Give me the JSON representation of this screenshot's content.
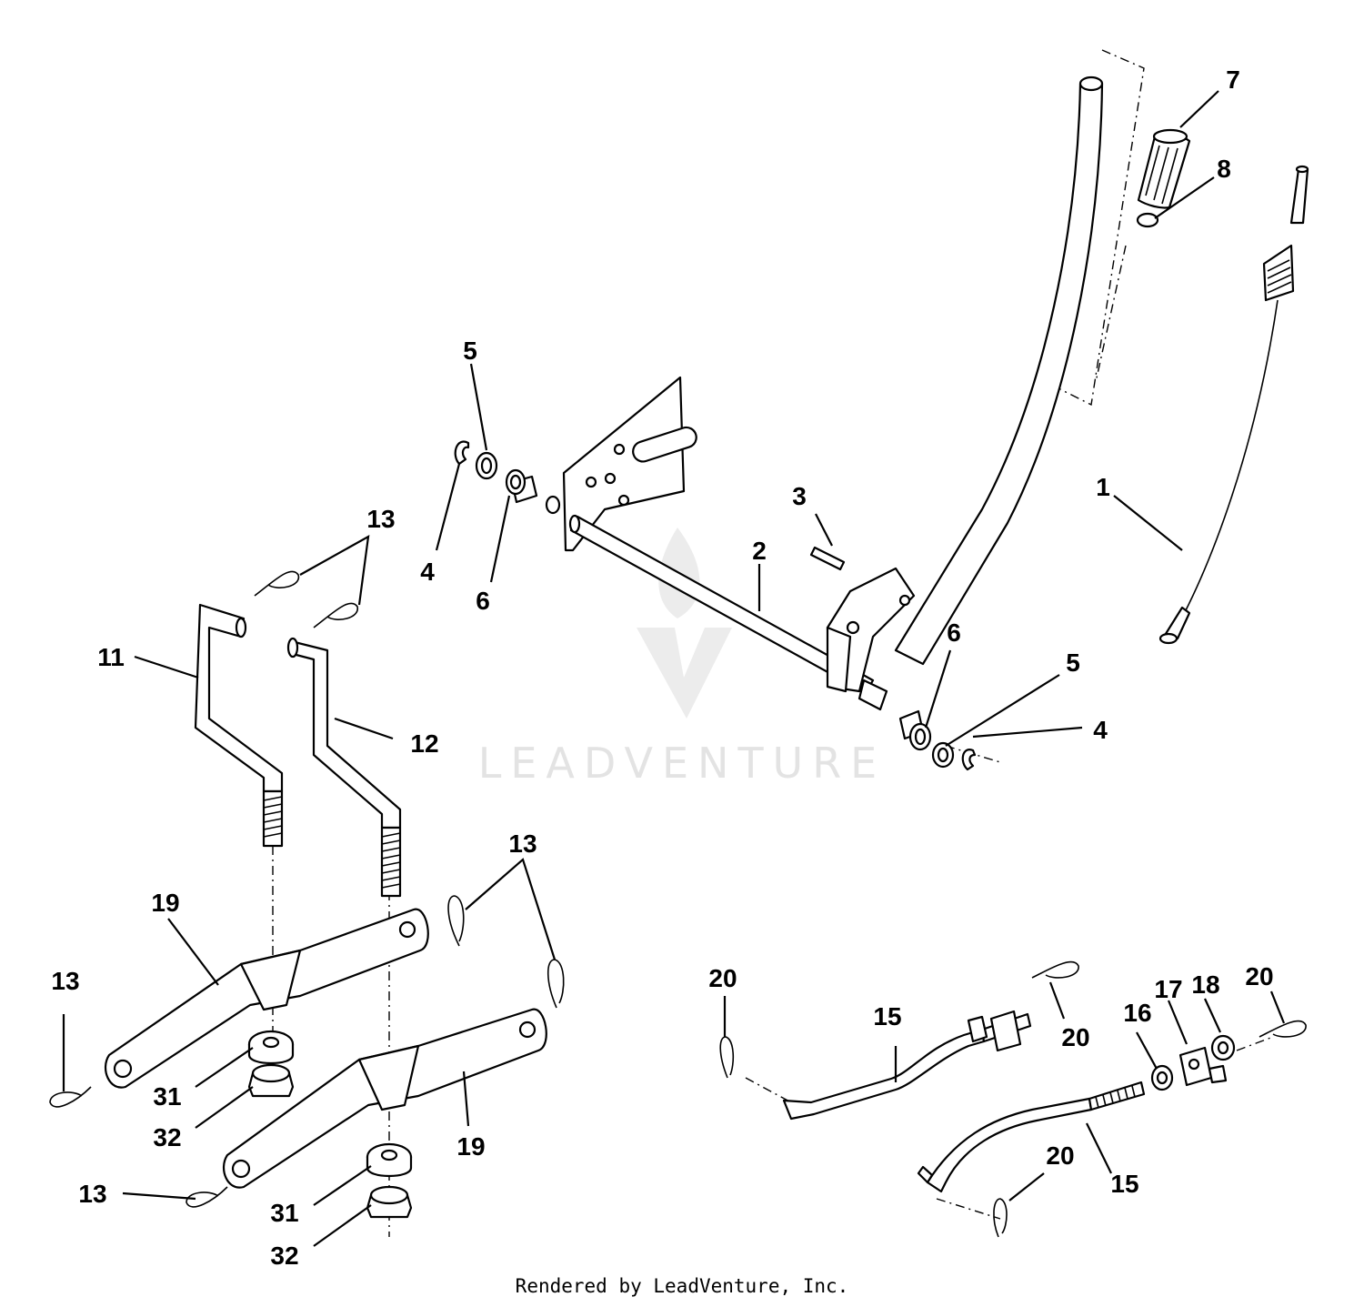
{
  "watermark": {
    "text": "LEADVENTURE",
    "icon": "leadventure-logo-icon"
  },
  "footer": {
    "text": "Rendered by LeadVenture, Inc."
  },
  "callouts": {
    "c1": "1",
    "c2": "2",
    "c3": "3",
    "c4a": "4",
    "c4b": "4",
    "c5a": "5",
    "c5b": "5",
    "c6a": "6",
    "c6b": "6",
    "c7": "7",
    "c8": "8",
    "c11": "11",
    "c12": "12",
    "c13a": "13",
    "c13b": "13",
    "c13c": "13",
    "c13d": "13",
    "c15a": "15",
    "c15b": "15",
    "c16": "16",
    "c17": "17",
    "c18": "18",
    "c19a": "19",
    "c19b": "19",
    "c20a": "20",
    "c20b": "20",
    "c20c": "20",
    "c20d": "20",
    "c31a": "31",
    "c31b": "31",
    "c32a": "32",
    "c32b": "32"
  }
}
